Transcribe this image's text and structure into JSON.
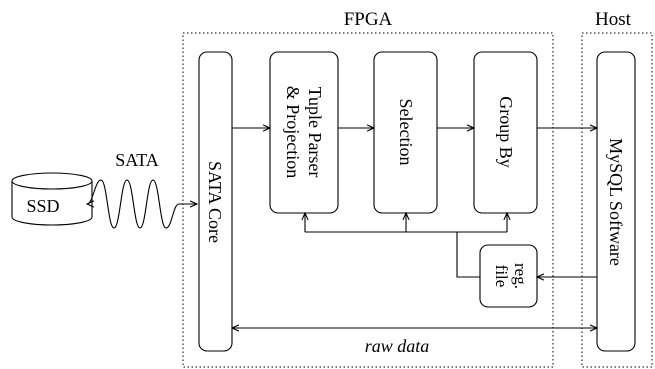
{
  "regions": {
    "fpga": "FPGA",
    "host": "Host"
  },
  "storage": {
    "ssd": "SSD",
    "link": "SATA"
  },
  "blocks": {
    "sata_core": "SATA Core",
    "parser_line1": "Tuple Parser",
    "parser_line2": "& Projection",
    "selection": "Selection",
    "group_by": "Group By",
    "reg_line1": "reg.",
    "reg_line2": "file",
    "mysql": "MySQL Software"
  },
  "labels": {
    "raw_data": "raw data"
  },
  "colors": {
    "stroke": "#000000",
    "background": "#ffffff"
  }
}
